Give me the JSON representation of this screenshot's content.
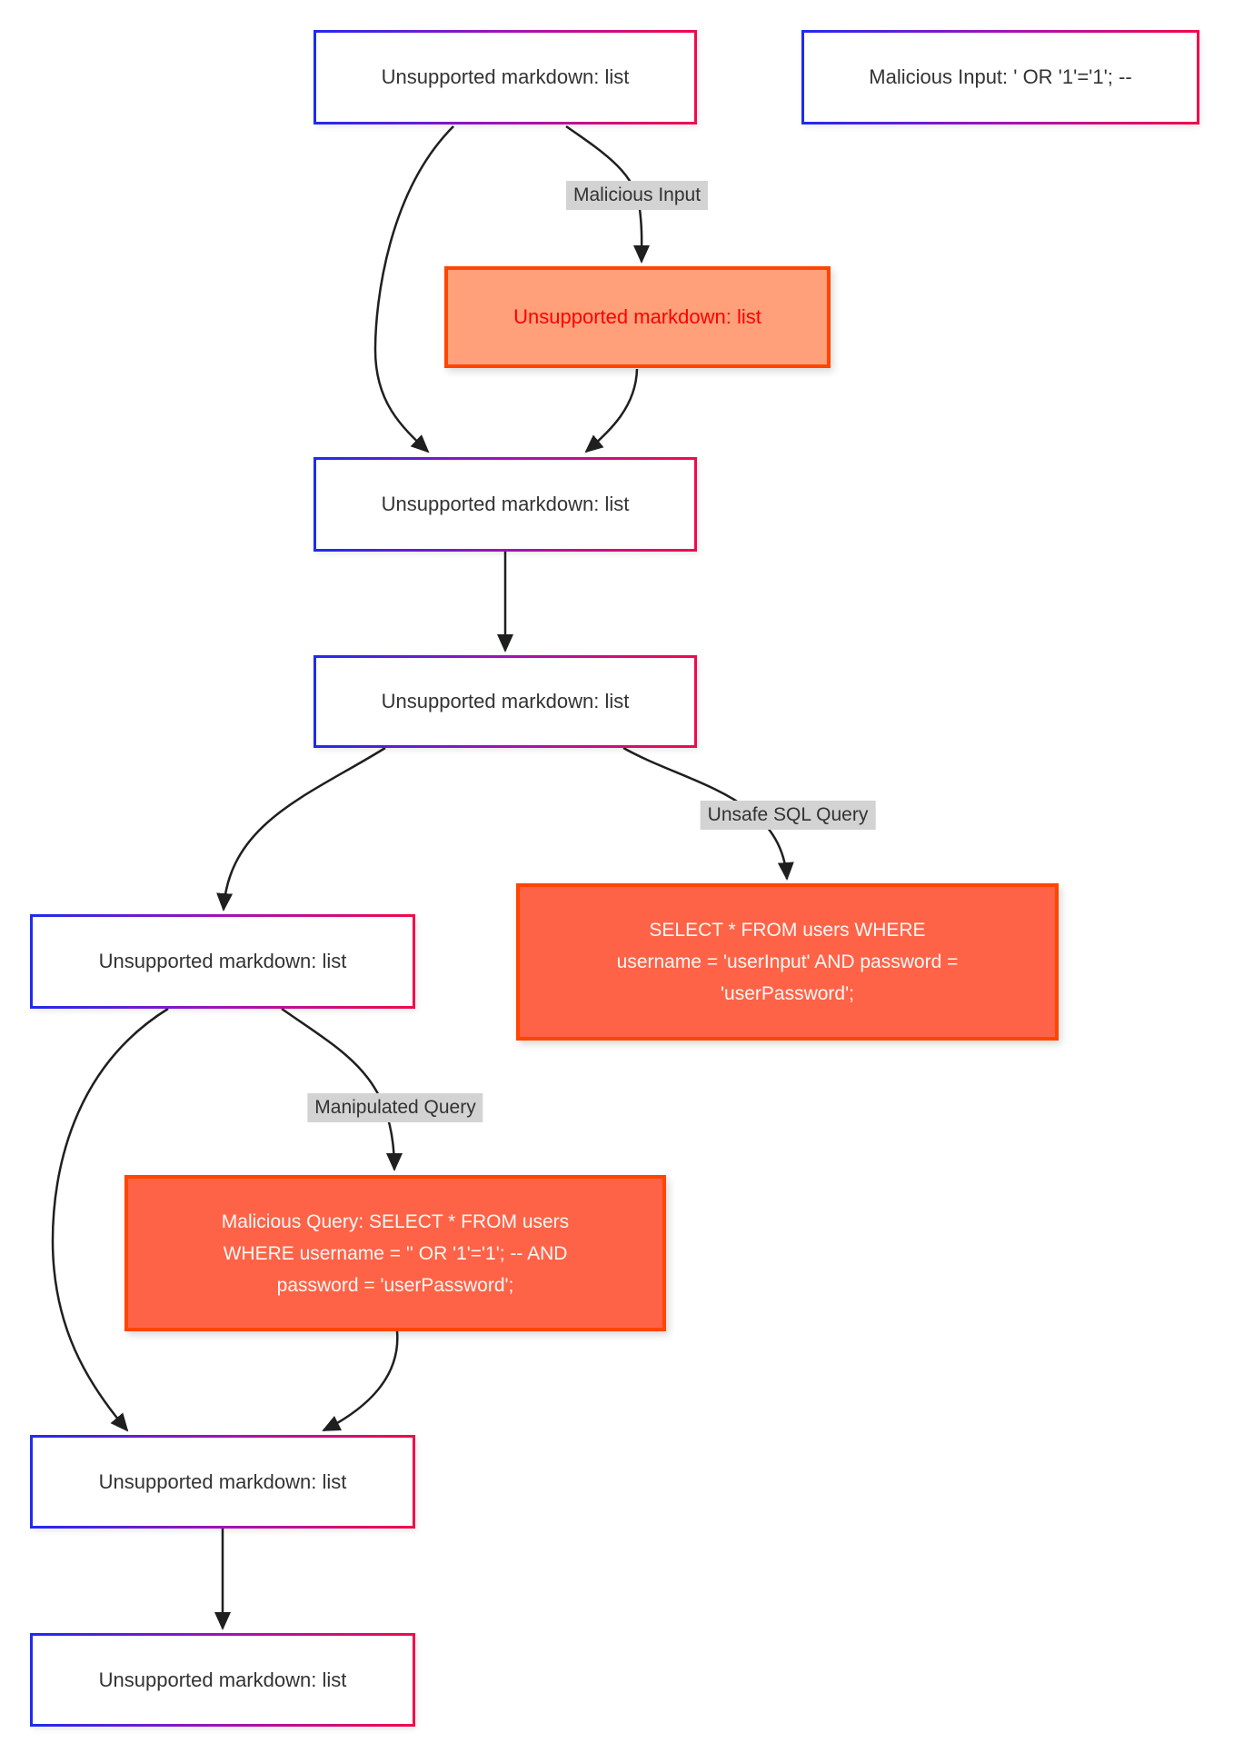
{
  "diagram": {
    "type": "flowchart",
    "topic": "SQL injection query manipulation flow",
    "nodes": [
      {
        "id": "A",
        "kind": "gradient",
        "label": "Unsupported markdown: list"
      },
      {
        "id": "G",
        "kind": "gradient",
        "label": "Malicious Input: ' OR '1'='1'; --"
      },
      {
        "id": "B",
        "kind": "warning",
        "label": "Unsupported markdown: list"
      },
      {
        "id": "C",
        "kind": "gradient",
        "label": "Unsupported markdown: list"
      },
      {
        "id": "D",
        "kind": "gradient",
        "label": "Unsupported markdown: list"
      },
      {
        "id": "E",
        "kind": "gradient",
        "label": "Unsupported markdown: list"
      },
      {
        "id": "F",
        "kind": "danger",
        "label": "SELECT * FROM users WHERE username = 'userInput' AND password = 'userPassword';"
      },
      {
        "id": "H",
        "kind": "danger",
        "label": "Malicious Query: SELECT * FROM users WHERE username = '' OR '1'='1'; -- AND password = 'userPassword';"
      },
      {
        "id": "I",
        "kind": "gradient",
        "label": "Unsupported markdown: list"
      },
      {
        "id": "J",
        "kind": "gradient",
        "label": "Unsupported markdown: list"
      }
    ],
    "edge_labels": [
      {
        "text": "Malicious Input"
      },
      {
        "text": "Unsafe SQL Query"
      },
      {
        "text": "Manipulated Query"
      }
    ]
  },
  "colors": {
    "gradient_border_blue": "#1e2bf0",
    "gradient_border_purple": "#a112b8",
    "gradient_border_red": "#f20a4b",
    "warning_fill": "#FFA07A",
    "warning_border": "#FF4500",
    "warning_text": "#FF0000",
    "danger_fill": "#FF6347",
    "danger_border": "#FF4500",
    "danger_text": "#F8F8F8",
    "edge_label_bg": "#D3D3D3",
    "edge_stroke": "#1F1F1F",
    "node_text": "#333333",
    "background": "#FFFFFF"
  }
}
